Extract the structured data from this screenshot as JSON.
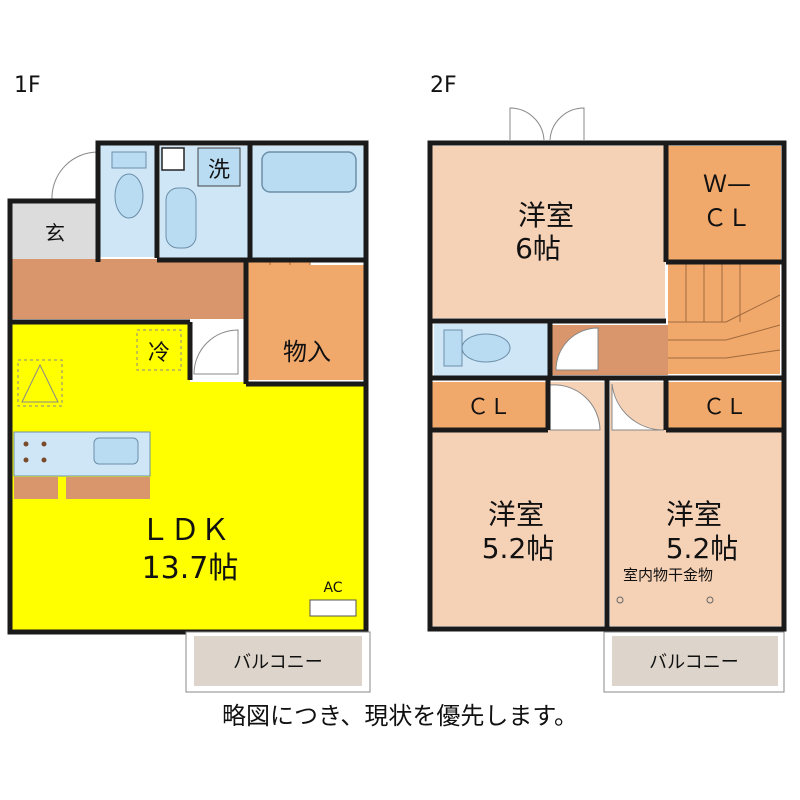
{
  "floors": [
    {
      "label": "1F",
      "rooms": {
        "entrance": "玄",
        "fridge": "冷",
        "laundry": "洗",
        "storage": "物入",
        "ldk_name": "ＬＤＫ",
        "ldk_size": "13.7帖",
        "ac": "AC",
        "balcony": "バルコニー"
      }
    },
    {
      "label": "2F",
      "rooms": {
        "western_a_name": "洋室",
        "western_a_size": "6帖",
        "walkin_line1": "Ｗ—",
        "walkin_line2": "ＣＬ",
        "closet_left": "ＣＬ",
        "closet_right": "ＣＬ",
        "western_b_name": "洋室",
        "western_b_size": "5.2帖",
        "western_c_name": "洋室",
        "western_c_size": "5.2帖",
        "drying": "室内物干金物",
        "balcony": "バルコニー"
      }
    }
  ],
  "note": "略図につき、現状を優先します。",
  "colors": {
    "ldk": "#ffff00",
    "room": "#f5d1b6",
    "closet": "#f1a86b",
    "corridor": "#d9956b",
    "wet": "#cfe6f7",
    "fixture": "#b9dcf3",
    "balcony": "#ddd5cc",
    "entrance": "#dcdcdc",
    "wall": "#1a1a1a"
  }
}
